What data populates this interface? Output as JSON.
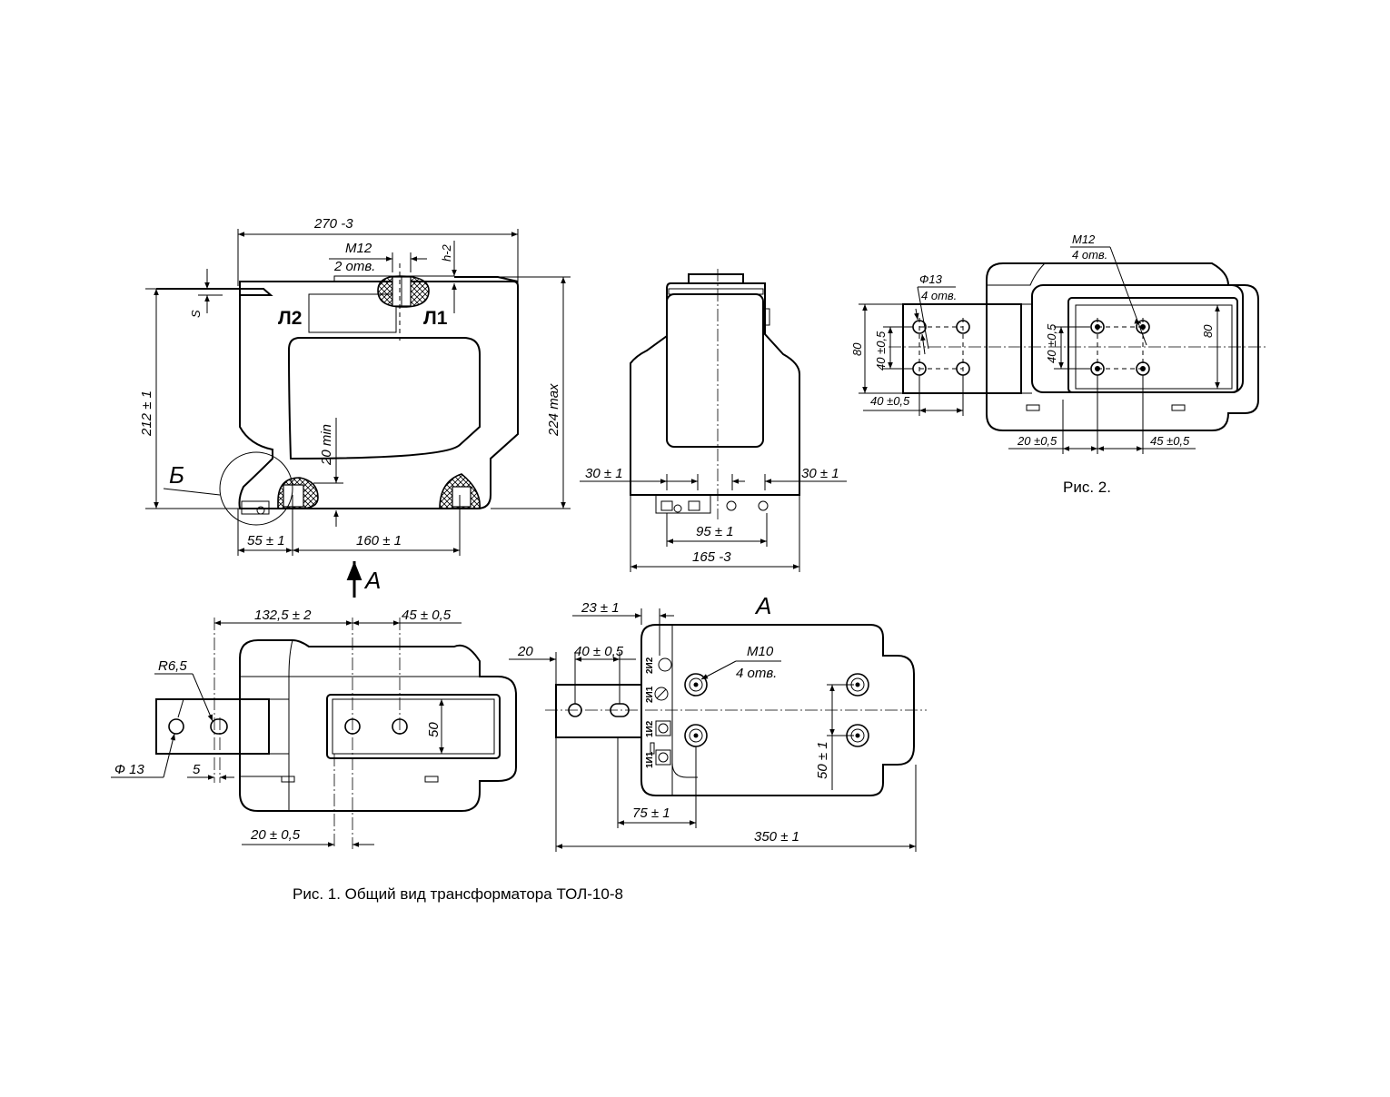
{
  "view_front": {
    "dim_width": "270 -3",
    "thread": "M12",
    "thread_count": "2 отв.",
    "dim_h": "h-2",
    "dim_s": "S",
    "terminal_l2": "Л2",
    "terminal_l1": "Л1",
    "dim_height": "212 ± 1",
    "dim_max_height": "224 max",
    "dim_min": "20 min",
    "detail_mark": "Б",
    "dim_left": "55 ± 1",
    "dim_span": "160 ± 1",
    "view_arrow": "А"
  },
  "view_side": {
    "dim_left": "30 ± 1",
    "dim_right": "30 ± 1",
    "dim_span": "95 ± 1",
    "dim_width": "165 -3"
  },
  "view_top": {
    "dim_offset": "132,5 ± 2",
    "dim_pitch": "45 ± 0,5",
    "radius": "R6,5",
    "bar_height": "50",
    "hole_dia": "Ф 13",
    "dim_gap": "5",
    "dim_bottom": "20 ± 0,5"
  },
  "view_a": {
    "title": "А",
    "dim_23": "23 ± 1",
    "dim_20": "20",
    "dim_40": "40 ± 0,5",
    "thread": "M10",
    "thread_count": "4 отв.",
    "terminal_2i2": "2И2",
    "terminal_2i1": "2И1",
    "terminal_1i2": "1И2",
    "terminal_1i1": "1И1",
    "dim_50": "50 ± 1",
    "dim_75": "75 ± 1",
    "dim_350": "350 ± 1"
  },
  "fig2": {
    "thread": "M12",
    "thread_count": "4 отв.",
    "hole_dia": "Ф13",
    "hole_count": "4 отв.",
    "dim_80_left": "80",
    "dim_40_vert": "40 ±0,5",
    "dim_40_horiz": "40 ±0,5",
    "dim_40_vert_right": "40 ±0,5",
    "dim_80_right": "80",
    "dim_20": "20 ±0,5",
    "dim_45": "45 ±0,5",
    "caption": "Рис. 2."
  },
  "caption_main": "Рис. 1. Общий вид трансформатора ТОЛ-10-8"
}
